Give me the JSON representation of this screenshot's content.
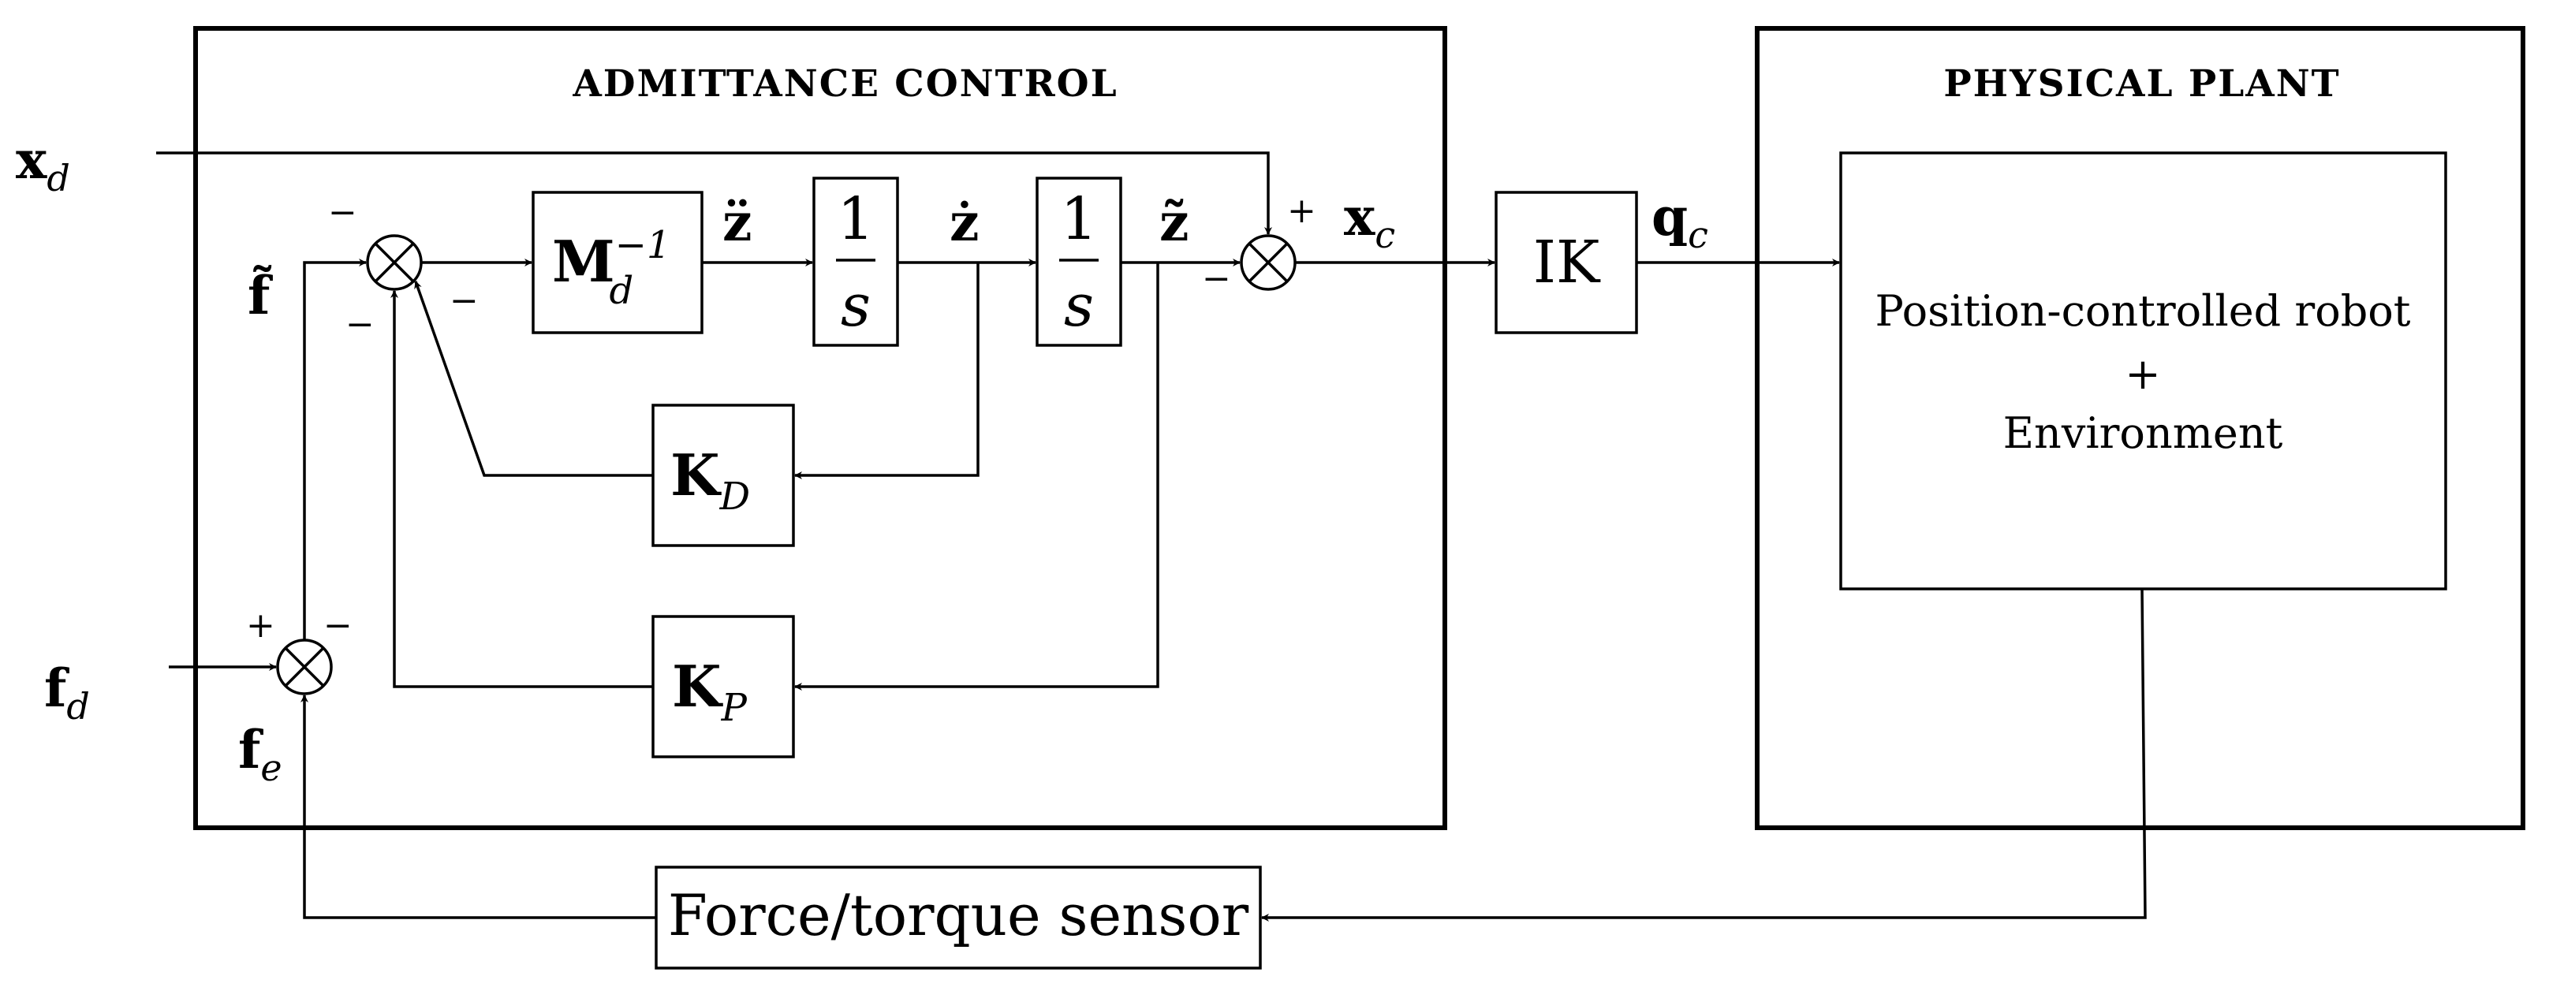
{
  "diagram": {
    "admittance_title": "ADMITTANCE CONTROL",
    "plant_title": "PHYSICAL PLANT",
    "plant_block": {
      "line1": "Position-controlled robot",
      "line2": "+",
      "line3": "Environment"
    },
    "ik_label": "IK",
    "sensor_label": "Force/torque sensor",
    "integrator": {
      "numerator": "1",
      "denominator": "s"
    },
    "mass_block": {
      "base": "M",
      "sub": "d",
      "sup": "−1"
    },
    "kd_block": {
      "base": "K",
      "sub": "D"
    },
    "kp_block": {
      "base": "K",
      "sub": "P"
    },
    "signals": {
      "xd": {
        "base": "x",
        "sub": "d"
      },
      "fd": {
        "base": "f",
        "sub": "d"
      },
      "fe": {
        "base": "f",
        "sub": "e"
      },
      "f_tilde": "f̃",
      "z_ddot": "z̈",
      "z_dot": "ż",
      "z_tilde": "z̃",
      "xc": {
        "base": "x",
        "sub": "c"
      },
      "qc": {
        "base": "q",
        "sub": "c"
      }
    },
    "signs": {
      "plus": "+",
      "minus": "−"
    }
  }
}
